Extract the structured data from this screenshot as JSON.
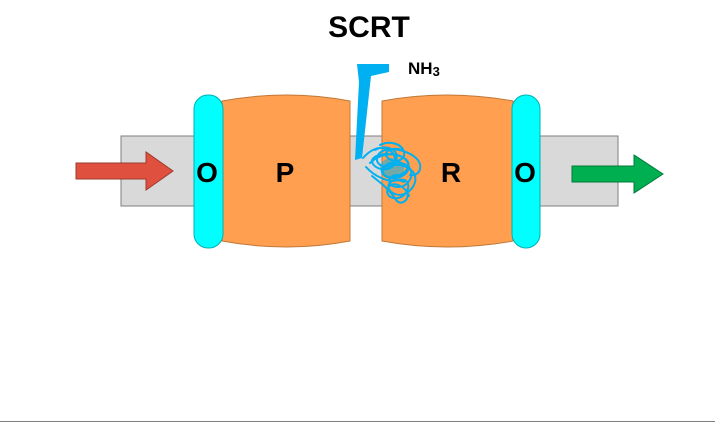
{
  "title": "SCRT",
  "reagent": {
    "base": "NH",
    "subscript": "3"
  },
  "components": {
    "oxidation_catalyst_in": "O",
    "particulate_filter": "P",
    "reduction_catalyst": "R",
    "oxidation_catalyst_out": "O"
  },
  "colors": {
    "pipe": "#d9d9d9",
    "oxidation_catalyst": "#00ffff",
    "filter_body": "#ff9f4f",
    "reagent_injector": "#00b0f0",
    "inlet_arrow": "#e0503e",
    "outlet_arrow": "#00b050"
  }
}
